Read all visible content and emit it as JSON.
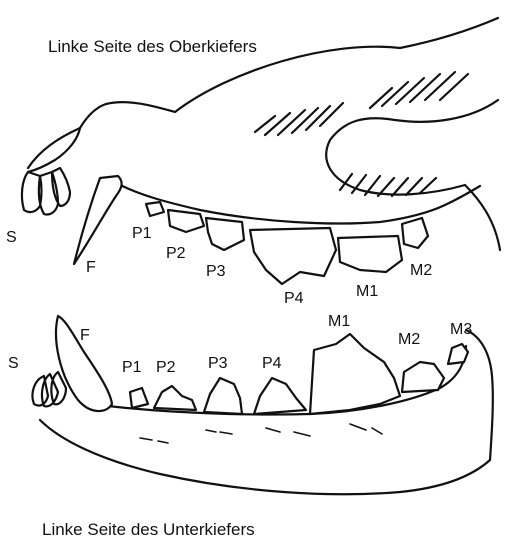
{
  "captions": {
    "upper": "Linke Seite des Oberkiefers",
    "lower": "Linke Seite des Unterkiefers"
  },
  "upper_jaw": {
    "labels": [
      "S",
      "F",
      "P1",
      "P2",
      "P3",
      "P4",
      "M1",
      "M2"
    ]
  },
  "lower_jaw": {
    "labels": [
      "S",
      "F",
      "P1",
      "P2",
      "P3",
      "P4",
      "M1",
      "M2",
      "M3"
    ]
  },
  "colors": {
    "ink": "#111111",
    "background": "#ffffff"
  }
}
